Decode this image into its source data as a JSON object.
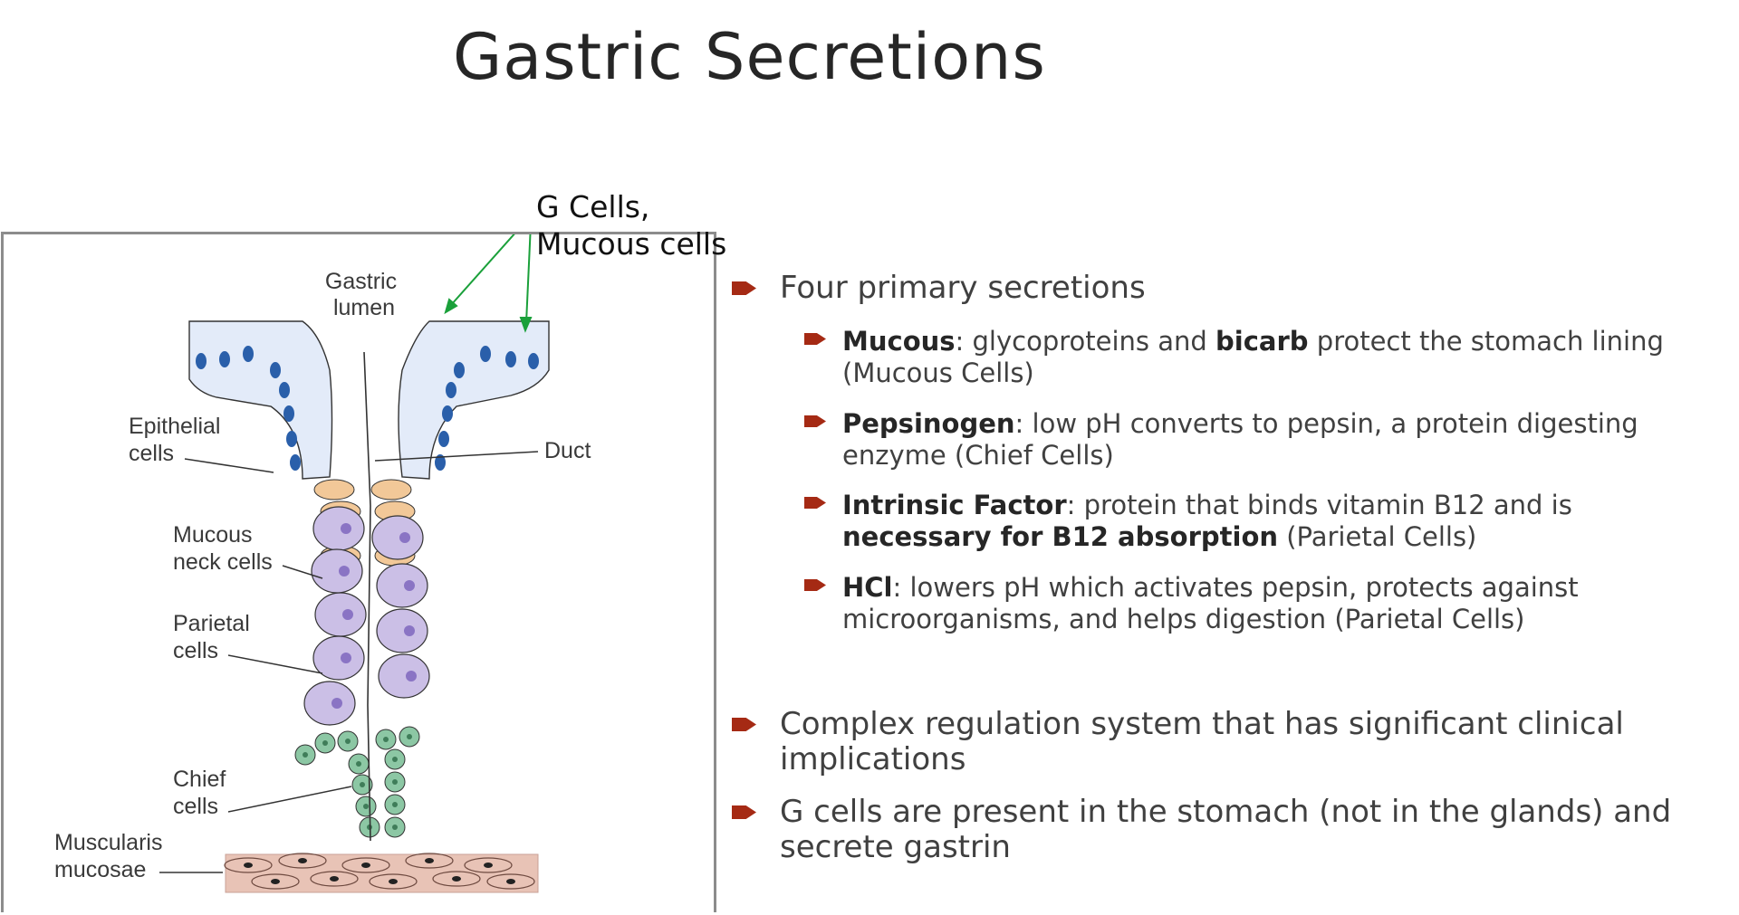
{
  "slide": {
    "title": "Gastric Secretions"
  },
  "annotation": {
    "line1": "G Cells,",
    "line2": "Mucous cells"
  },
  "figure": {
    "labels": {
      "gastric_lumen": [
        "Gastric",
        "lumen"
      ],
      "epithelial_cells": [
        "Epithelial",
        "cells"
      ],
      "duct": "Duct",
      "mucous_neck_cells": [
        "Mucous",
        "neck cells"
      ],
      "parietal_cells": [
        "Parietal",
        "cells"
      ],
      "chief_cells": [
        "Chief",
        "cells"
      ],
      "muscularis_mucosae": [
        "Muscularis",
        "mucosae"
      ]
    },
    "colors": {
      "epithelial": "#e3ebf9",
      "nucleus": "#2a5faa",
      "mucous_neck": "#f2c898",
      "parietal": "#cbbfe6",
      "parietal_nucleus": "#8a74c4",
      "chief": "#8cc7a4",
      "muscularis": "#e8c3b6",
      "arrow": "#1aa03a"
    }
  },
  "bullets": {
    "b1": "Four primary secretions",
    "mucous": {
      "term": "Mucous",
      "a": ": glycoproteins and ",
      "strong": "bicarb",
      "b": " protect the stomach lining (Mucous Cells)"
    },
    "pepsinogen": {
      "term": "Pepsinogen",
      "rest": ": low pH converts to pepsin, a protein digesting enzyme (Chief Cells)"
    },
    "intrinsic": {
      "term": "Intrinsic Factor",
      "a": ": protein that binds vitamin B12 and is ",
      "strong": "necessary for B12 absorption",
      "b": " (Parietal Cells)"
    },
    "hcl": {
      "term": "HCl",
      "rest": ": lowers pH which activates pepsin, protects against microorganisms, and helps digestion (Parietal Cells)"
    },
    "b2": "Complex regulation system that has significant clinical implications",
    "b3": "G cells are present in the stomach (not in the glands) and secrete gastrin"
  },
  "colors": {
    "bullet_marker": "#a52a14",
    "title": "#262626"
  }
}
